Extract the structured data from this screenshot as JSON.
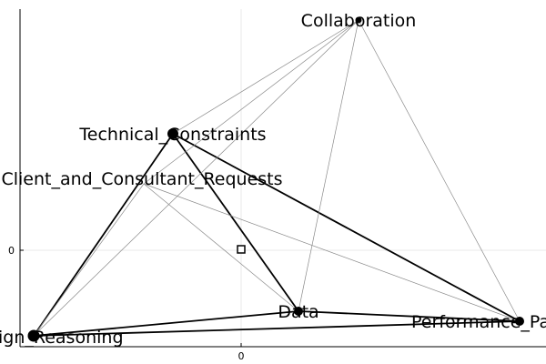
{
  "diagram": {
    "type": "network-graph",
    "axes": {
      "x_tick_labels": [
        "0"
      ],
      "y_tick_labels": [
        "0"
      ],
      "grid": true
    },
    "nodes": [
      {
        "id": "Collaboration",
        "label": "Collaboration"
      },
      {
        "id": "Technical_Constraints",
        "label": "Technical_Constraints"
      },
      {
        "id": "Client_and_Consultant_Requests",
        "label": "Client_and_Consultant_Requests"
      },
      {
        "id": "Data",
        "label": "Data"
      },
      {
        "id": "Performance_Parameters",
        "label": "Performance_Pa"
      },
      {
        "id": "Design_Reasoning",
        "label": "ign_Reasoning"
      }
    ],
    "edges": [
      {
        "source": "Technical_Constraints",
        "target": "Design_Reasoning",
        "weight": "heavy"
      },
      {
        "source": "Technical_Constraints",
        "target": "Data",
        "weight": "heavy"
      },
      {
        "source": "Technical_Constraints",
        "target": "Performance_Parameters",
        "weight": "heavy"
      },
      {
        "source": "Design_Reasoning",
        "target": "Data",
        "weight": "heavy"
      },
      {
        "source": "Design_Reasoning",
        "target": "Performance_Parameters",
        "weight": "heavy"
      },
      {
        "source": "Data",
        "target": "Performance_Parameters",
        "weight": "heavy"
      },
      {
        "source": "Collaboration",
        "target": "Technical_Constraints",
        "weight": "light"
      },
      {
        "source": "Collaboration",
        "target": "Client_and_Consultant_Requests",
        "weight": "light"
      },
      {
        "source": "Collaboration",
        "target": "Design_Reasoning",
        "weight": "light"
      },
      {
        "source": "Collaboration",
        "target": "Data",
        "weight": "light"
      },
      {
        "source": "Collaboration",
        "target": "Performance_Parameters",
        "weight": "light"
      },
      {
        "source": "Client_and_Consultant_Requests",
        "target": "Data",
        "weight": "light"
      },
      {
        "source": "Client_and_Consultant_Requests",
        "target": "Performance_Parameters",
        "weight": "light"
      },
      {
        "source": "Client_and_Consultant_Requests",
        "target": "Design_Reasoning",
        "weight": "light"
      }
    ]
  }
}
